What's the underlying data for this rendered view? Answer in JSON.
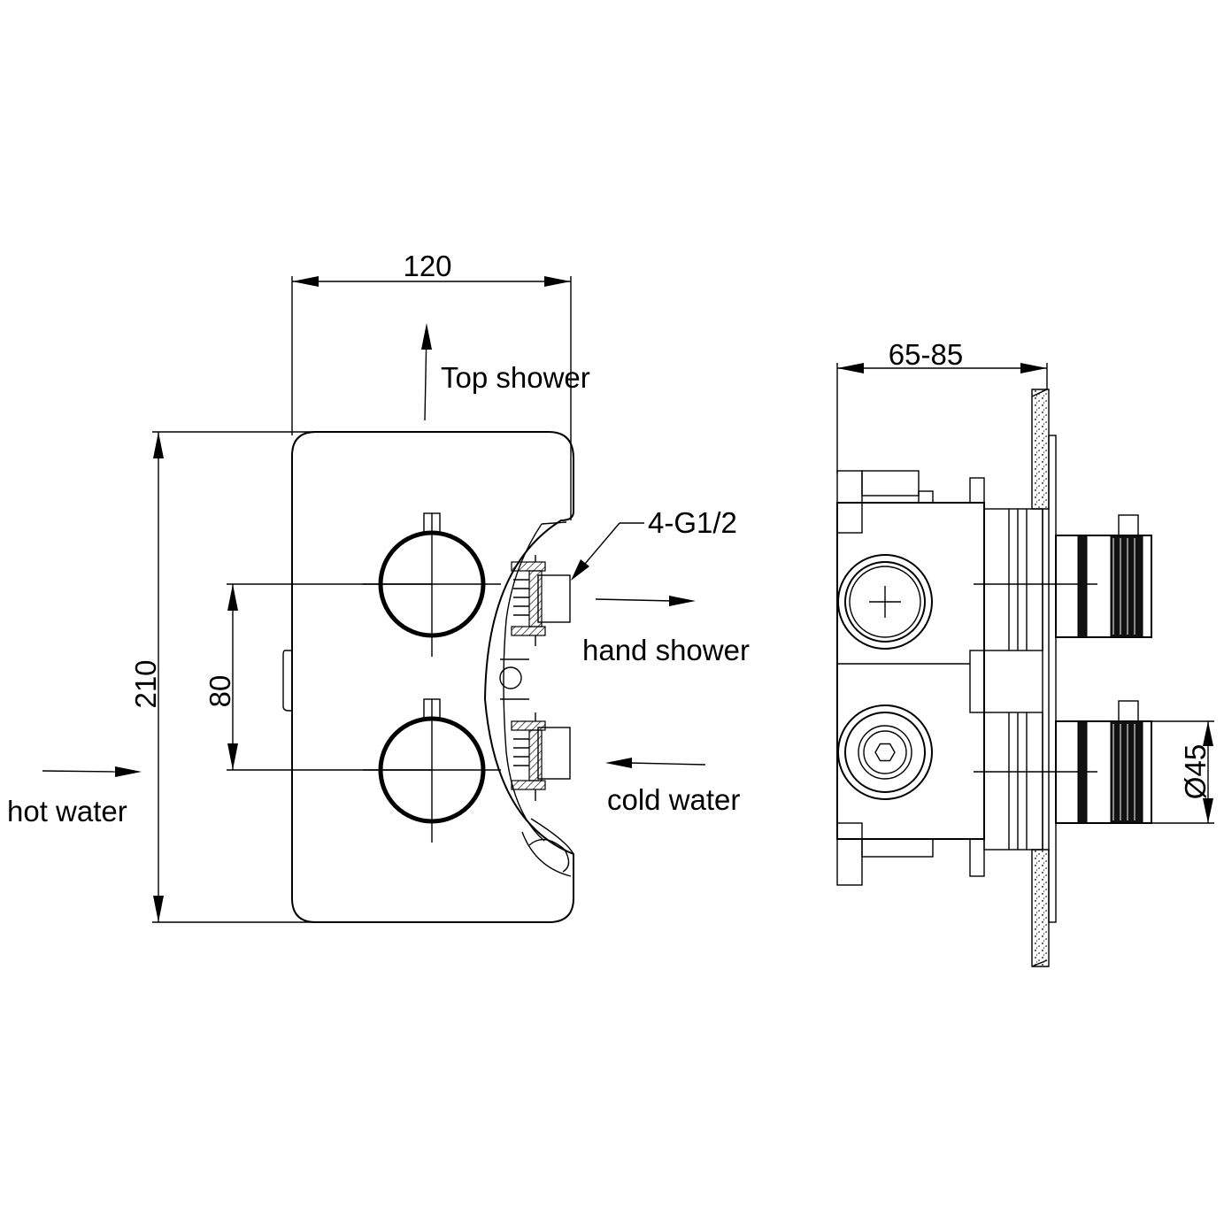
{
  "front_view": {
    "width_dim": "120",
    "height_dim": "210",
    "spacing_dim": "80",
    "thread_callout": "4-G1/2",
    "label_top": "Top shower",
    "label_hand": "hand shower",
    "label_cold": "cold water",
    "label_hot": "hot water"
  },
  "side_view": {
    "depth_dim": "65-85",
    "diameter_dim": "Ø45"
  }
}
